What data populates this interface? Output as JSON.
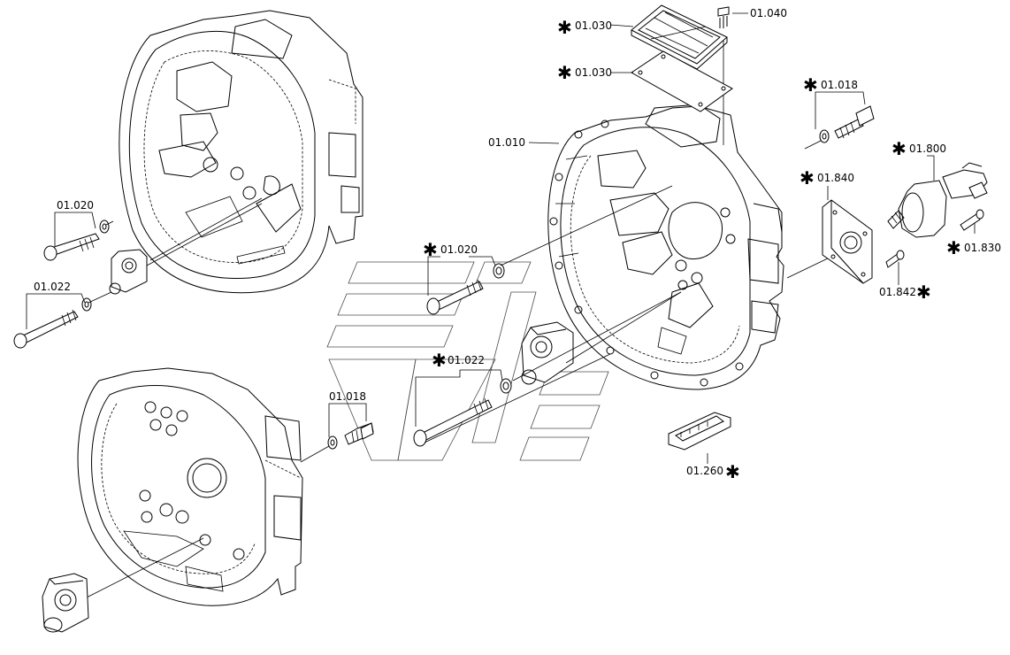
{
  "diagram": {
    "callouts": [
      {
        "id": "c01",
        "label": "01.030",
        "star": true
      },
      {
        "id": "c02",
        "label": "01.040",
        "star": false
      },
      {
        "id": "c03",
        "label": "01.030",
        "star": true
      },
      {
        "id": "c04",
        "label": "01.018",
        "star": true
      },
      {
        "id": "c05",
        "label": "01.010",
        "star": false
      },
      {
        "id": "c06",
        "label": "01.800",
        "star": true
      },
      {
        "id": "c07",
        "label": "01.840",
        "star": true
      },
      {
        "id": "c08",
        "label": "01.830",
        "star": true
      },
      {
        "id": "c09",
        "label": "01.842",
        "star": true
      },
      {
        "id": "c10",
        "label": "01.020",
        "star": false
      },
      {
        "id": "c11",
        "label": "01.022",
        "star": false
      },
      {
        "id": "c12",
        "label": "01.020",
        "star": true
      },
      {
        "id": "c13",
        "label": "01.022",
        "star": true
      },
      {
        "id": "c14",
        "label": "01.018",
        "star": false
      },
      {
        "id": "c15",
        "label": "01.260",
        "star": true
      }
    ],
    "star_symbol": "✱"
  }
}
